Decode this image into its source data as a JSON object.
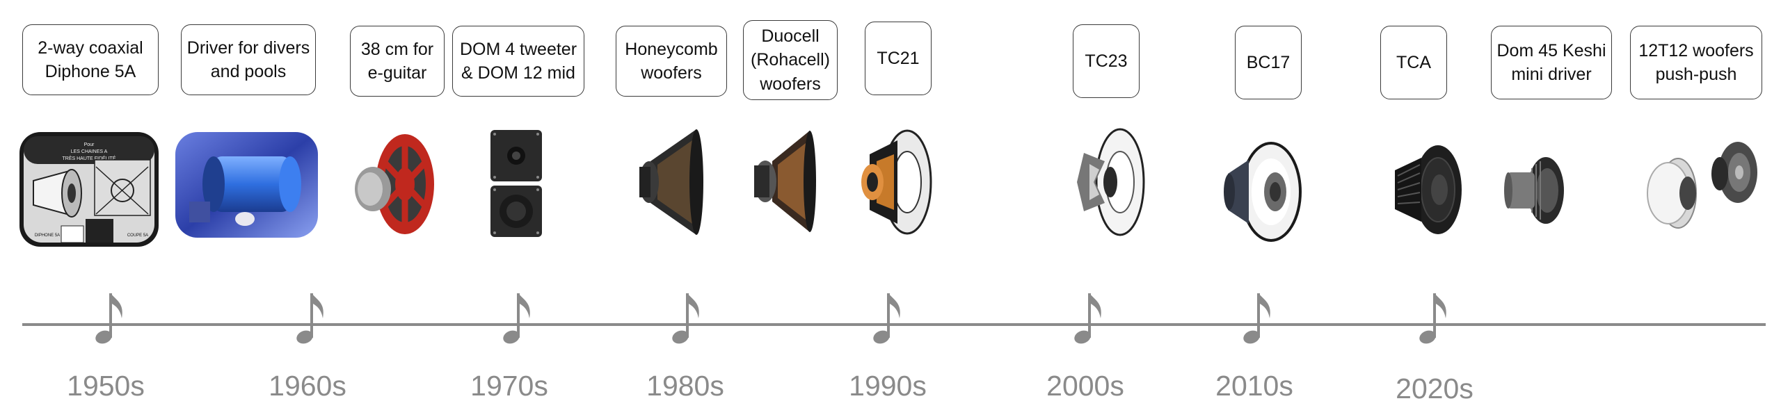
{
  "labels": [
    {
      "text": "2-way coaxial\nDiphone 5A"
    },
    {
      "text": "Driver for divers\nand pools"
    },
    {
      "text": "38 cm for\ne-guitar"
    },
    {
      "text": "DOM 4 tweeter\n& DOM 12 mid"
    },
    {
      "text": "Honeycomb\nwoofers"
    },
    {
      "text": "Duocell\n(Rohacell)\nwoofers"
    },
    {
      "text": "TC21"
    },
    {
      "text": "TC23"
    },
    {
      "text": "BC17"
    },
    {
      "text": "TCA"
    },
    {
      "text": "Dom 45 Keshi\nmini driver"
    },
    {
      "text": "12T12 woofers\npush-push"
    }
  ],
  "decades": [
    "1950s",
    "1960s",
    "1970s",
    "1980s",
    "1990s",
    "2000s",
    "2010s",
    "2020s"
  ],
  "poster_text": {
    "top_line1": "Pour",
    "top_line2": "LES CHAINES A",
    "top_line3": "TRÈS HAUTE FIDÉLITÉ",
    "bottom_left": "DIPHONE 5A",
    "bottom_right": "COUPE 5A"
  },
  "colors": {
    "timeline": "#8a8a8a",
    "decade_text": "#8a8a8a",
    "note": "#8a8a8a",
    "guitar_speaker_red": "#c0281e",
    "pool_driver_blue": "#3a6fd0",
    "label_border": "#3a3a3a"
  },
  "icons": [
    "music-note-icon"
  ]
}
